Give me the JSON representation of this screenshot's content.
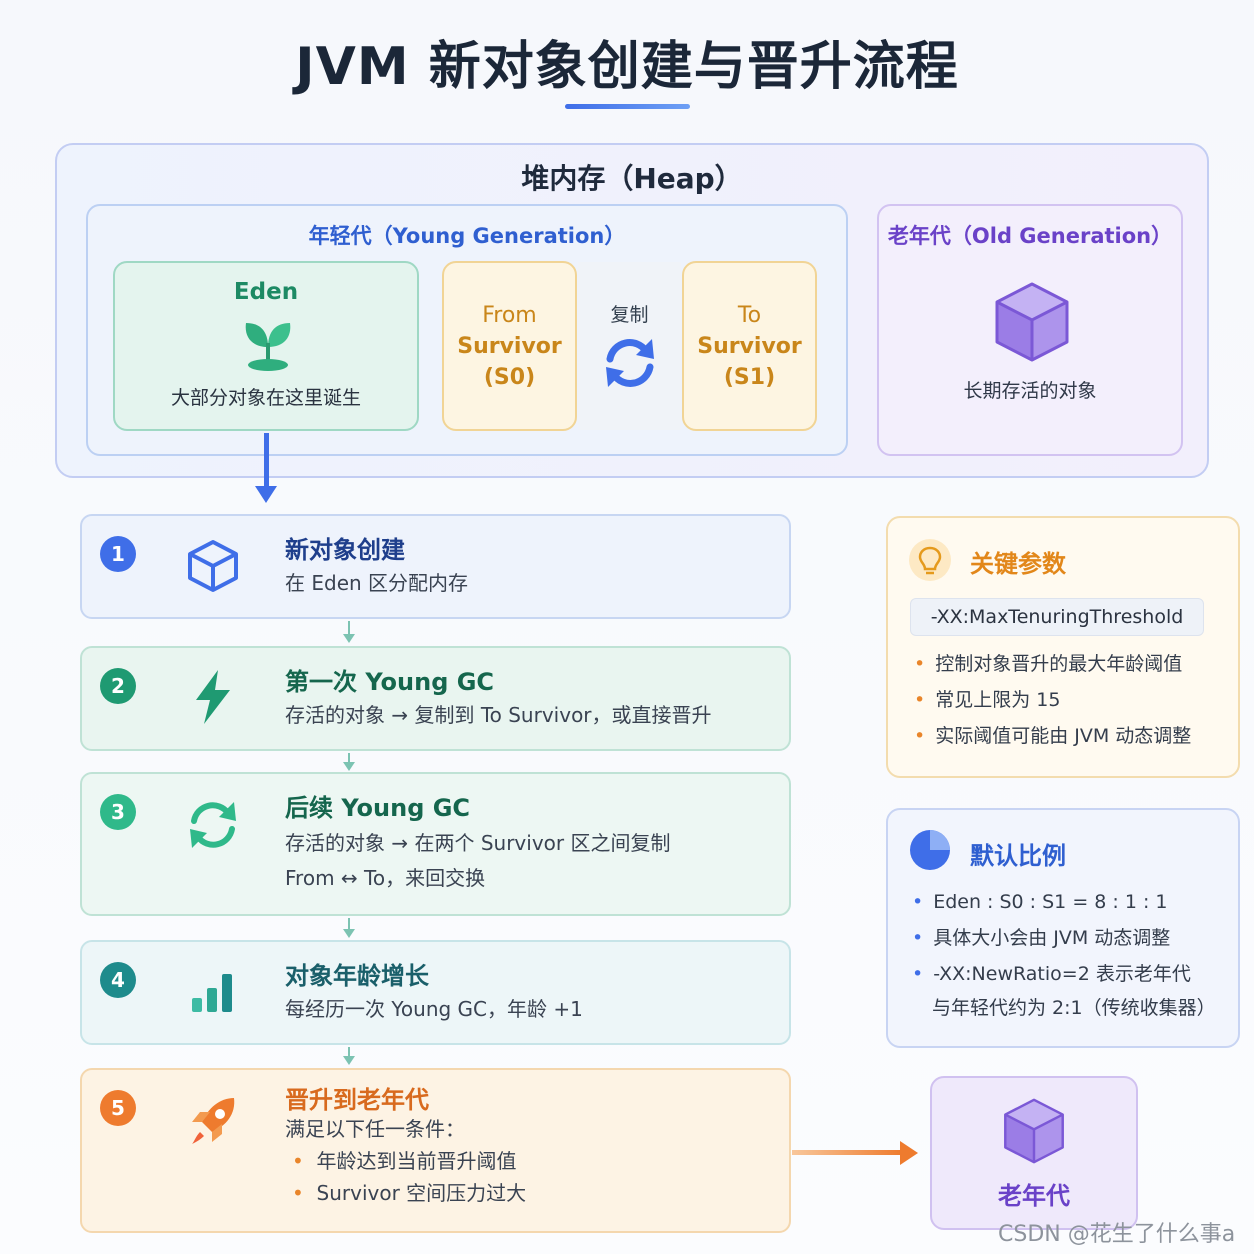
{
  "title": "JVM 新对象创建与晋升流程",
  "heap": {
    "title": "堆内存（Heap）",
    "young": {
      "title": "年轻代（Young Generation）",
      "eden": {
        "title": "Eden",
        "desc": "大部分对象在这里诞生",
        "icon": "sprout-icon"
      },
      "from_survivor": {
        "line1": "From",
        "line2": "Survivor",
        "line3": "(S0)"
      },
      "copy_label": "复制",
      "to_survivor": {
        "line1": "To",
        "line2": "Survivor",
        "line3": "(S1)"
      }
    },
    "old": {
      "title": "老年代（Old Generation）",
      "desc": "长期存活的对象",
      "icon": "cube-icon"
    }
  },
  "steps": [
    {
      "num": "1",
      "title": "新对象创建",
      "desc": "在 Eden 区分配内存",
      "icon": "cube-outline-icon",
      "color": "#3f6ee8"
    },
    {
      "num": "2",
      "title": "第一次 Young GC",
      "desc": "存活的对象 → 复制到 To Survivor，或直接晋升",
      "icon": "lightning-icon",
      "color": "#1f9a72"
    },
    {
      "num": "3",
      "title": "后续 Young GC",
      "desc": "存活的对象 → 在两个 Survivor 区之间复制",
      "desc2": "From ↔ To，来回交换",
      "icon": "sync-icon",
      "color": "#2fb98a"
    },
    {
      "num": "4",
      "title": "对象年龄增长",
      "desc": "每经历一次 Young GC，年龄 +1",
      "icon": "bar-chart-icon",
      "color": "#1e8b8c"
    },
    {
      "num": "5",
      "title": "晋升到老年代",
      "desc": "满足以下任一条件：",
      "bullets": [
        "年龄达到当前晋升阈值",
        "Survivor 空间压力过大"
      ],
      "icon": "rocket-icon",
      "color": "#ee7b2e"
    }
  ],
  "params": {
    "title": "关键参数",
    "code": "-XX:MaxTenuringThreshold",
    "items": [
      "控制对象晋升的最大年龄阈值",
      "常见上限为 15",
      "实际阈值可能由 JVM 动态调整"
    ]
  },
  "ratio": {
    "title": "默认比例",
    "items": [
      "Eden : S0 : S1 = 8 : 1 : 1",
      "具体大小会由 JVM 动态调整",
      "-XX:NewRatio=2 表示老年代"
    ],
    "item_cont": "与年轻代约为 2:1（传统收集器）"
  },
  "old_target": {
    "label": "老年代"
  },
  "watermark": "CSDN @花生了什么事a",
  "colors": {
    "primary": "#3f6ee8",
    "green": "#1d8a64",
    "orange": "#ee7b2e",
    "purple": "#6a42c8",
    "amber": "#c9861a"
  }
}
